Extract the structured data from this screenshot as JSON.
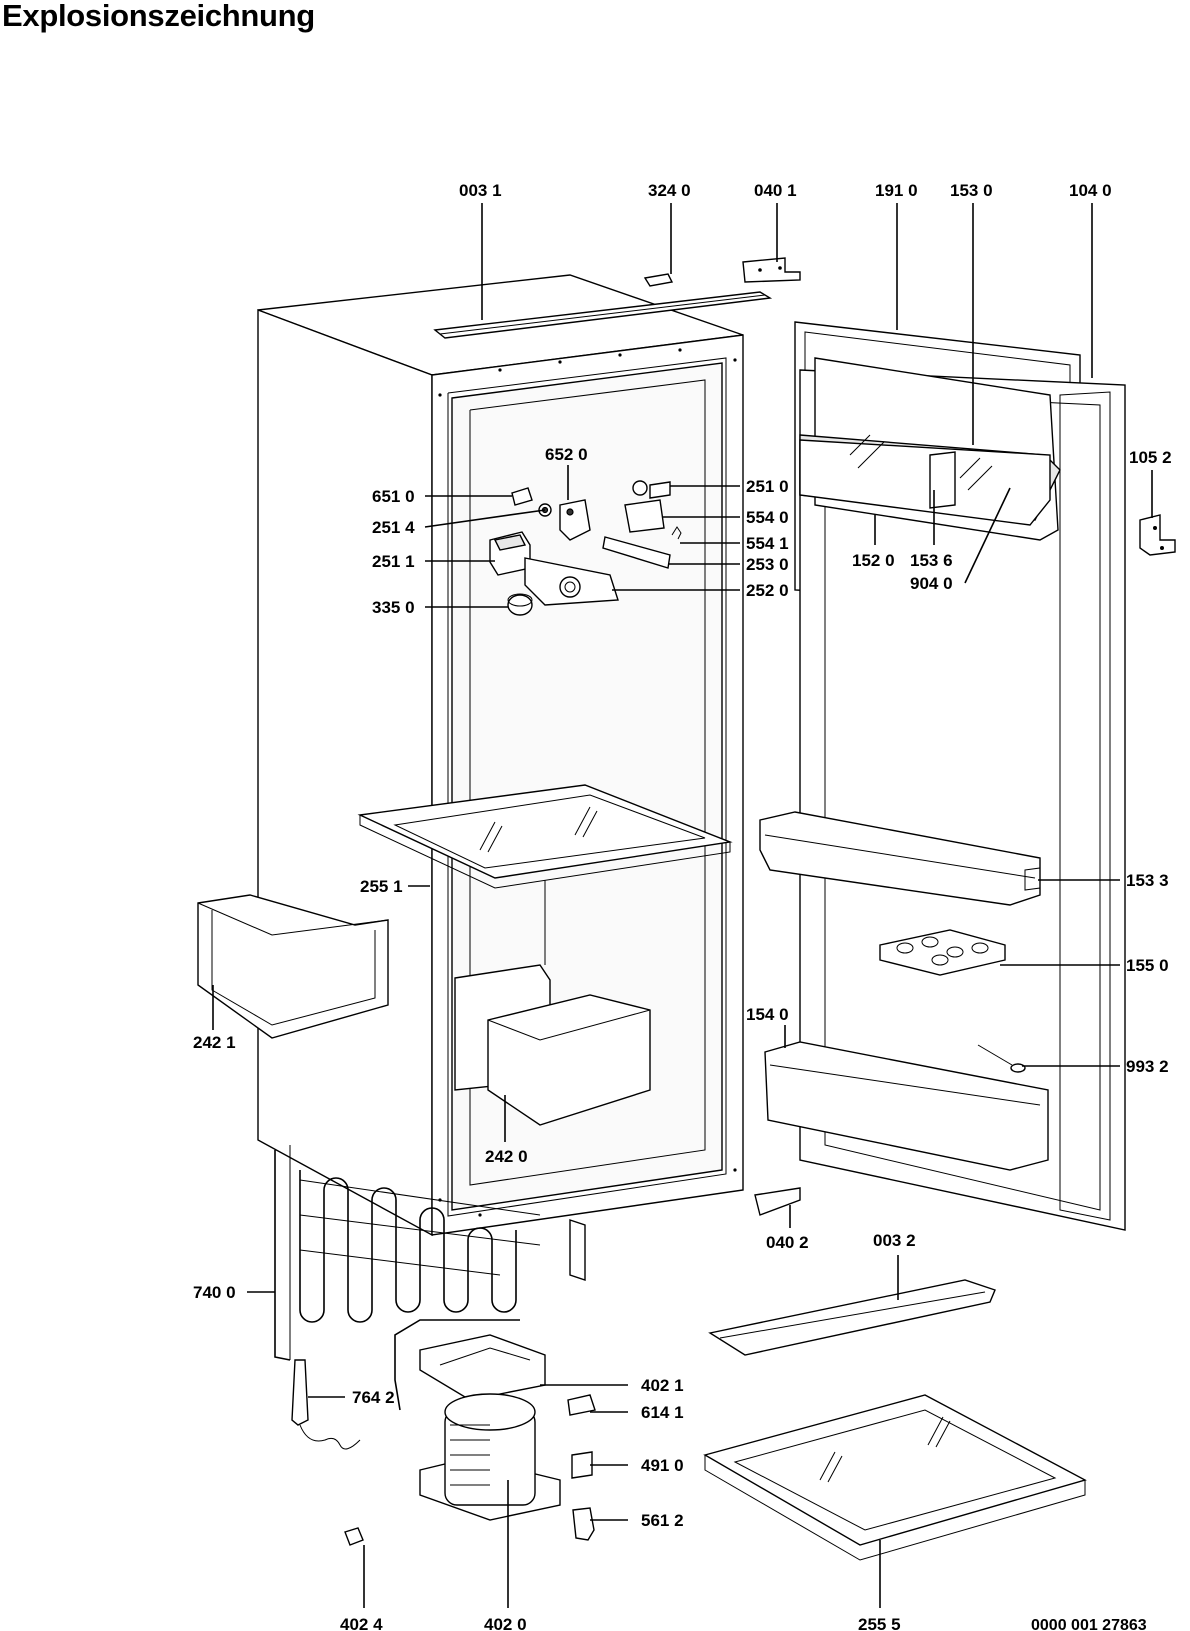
{
  "title": "Explosionszeichnung",
  "document_number": "0000 001 27863",
  "part_labels": [
    "003 1",
    "324 0",
    "040 1",
    "191 0",
    "153 0",
    "104 0",
    "652 0",
    "651 0",
    "251 4",
    "251 1",
    "335 0",
    "251 0",
    "554 0",
    "554 1",
    "253 0",
    "252 0",
    "105 2",
    "152 0",
    "153 6",
    "904 0",
    "255 1",
    "153 3",
    "155 0",
    "242 1",
    "154 0",
    "993 2",
    "242 0",
    "040 2",
    "003 2",
    "740 0",
    "764 2",
    "402 1",
    "614 1",
    "491 0",
    "561 2",
    "402 4",
    "402 0",
    "255 5"
  ]
}
